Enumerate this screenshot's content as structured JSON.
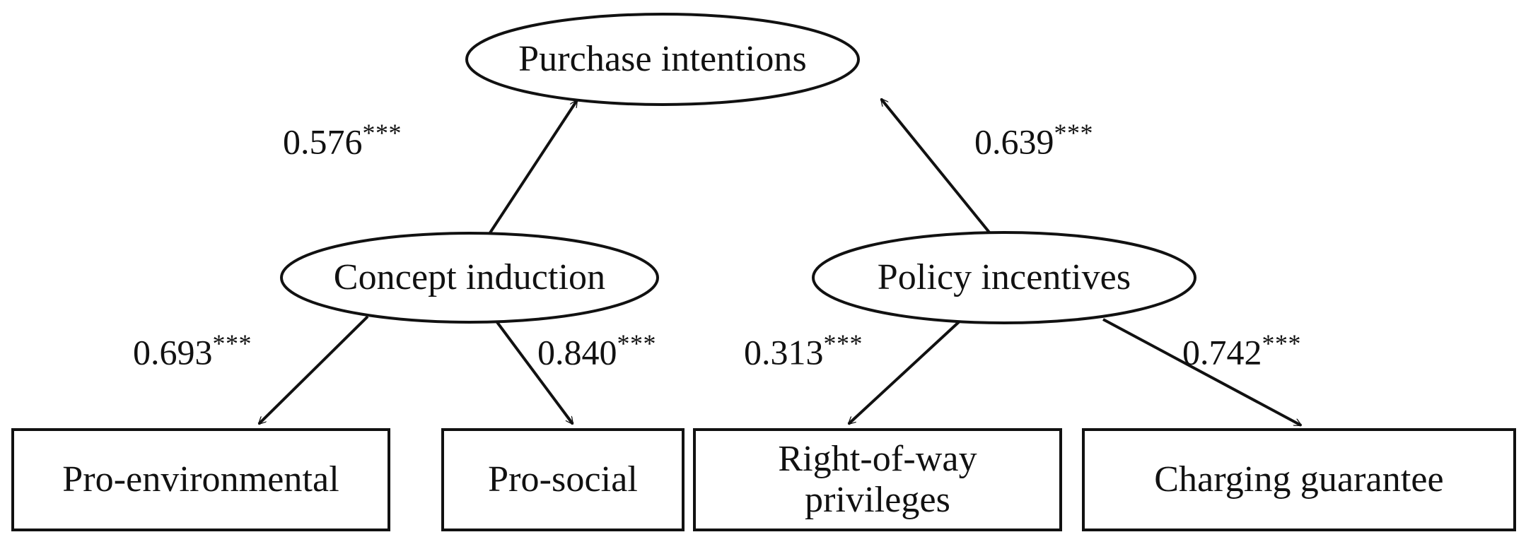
{
  "figure": {
    "type": "path-diagram",
    "description": "Structural equation model relating Concept induction and Policy incentives to Purchase intentions, each with two observed indicators.",
    "background_color": "#ffffff",
    "stroke_color": "#111111"
  },
  "nodes": {
    "purchase_intentions": {
      "label": "Purchase intentions",
      "shape": "ellipse"
    },
    "concept_induction": {
      "label": "Concept induction",
      "shape": "ellipse"
    },
    "policy_incentives": {
      "label": "Policy incentives",
      "shape": "ellipse"
    },
    "pro_environmental": {
      "label": "Pro-environmental",
      "shape": "rectangle"
    },
    "pro_social": {
      "label": "Pro-social",
      "shape": "rectangle"
    },
    "right_of_way": {
      "label": "Right-of-way\nprivileges",
      "shape": "rectangle"
    },
    "charging_guarantee": {
      "label": "Charging guarantee",
      "shape": "rectangle"
    }
  },
  "paths": [
    {
      "id": "concept-to-purchase",
      "from": "Concept induction",
      "to": "Purchase intentions",
      "coefficient": "0.576",
      "significance": "***"
    },
    {
      "id": "policy-to-purchase",
      "from": "Policy incentives",
      "to": "Purchase intentions",
      "coefficient": "0.639",
      "significance": "***"
    },
    {
      "id": "concept-to-pro-environmental",
      "from": "Concept induction",
      "to": "Pro-environmental",
      "coefficient": "0.693",
      "significance": "***"
    },
    {
      "id": "concept-to-pro-social",
      "from": "Concept induction",
      "to": "Pro-social",
      "coefficient": "0.840",
      "significance": "***"
    },
    {
      "id": "policy-to-right-of-way",
      "from": "Policy incentives",
      "to": "Right-of-way privileges",
      "coefficient": "0.313",
      "significance": "***"
    },
    {
      "id": "policy-to-charging-guarantee",
      "from": "Policy incentives",
      "to": "Charging guarantee",
      "coefficient": "0.742",
      "significance": "***"
    }
  ],
  "chart_data": {
    "type": "diagram",
    "title": "",
    "categories": [
      "Concept induction → Purchase intentions",
      "Policy incentives → Purchase intentions",
      "Concept induction → Pro-environmental",
      "Concept induction → Pro-social",
      "Policy incentives → Right-of-way privileges",
      "Policy incentives → Charging guarantee"
    ],
    "values": [
      0.576,
      0.639,
      0.693,
      0.84,
      0.313,
      0.742
    ],
    "annotations": [
      "***",
      "***",
      "***",
      "***",
      "***",
      "***"
    ]
  }
}
